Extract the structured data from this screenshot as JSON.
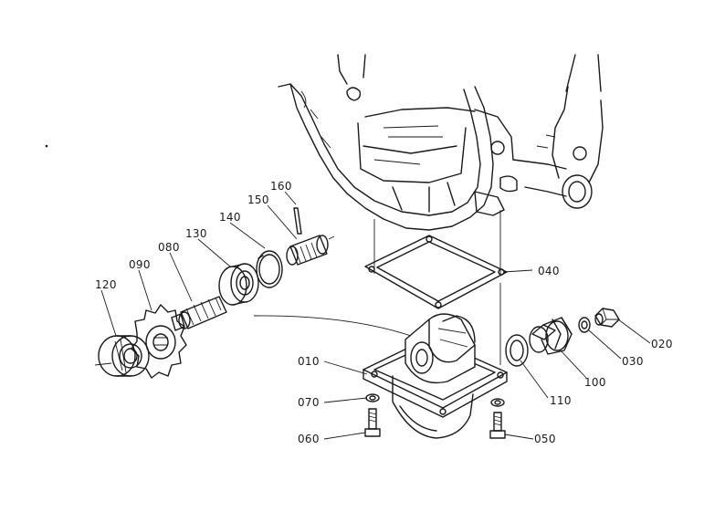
{
  "callouts": {
    "c010": "010",
    "c020": "020",
    "c030": "030",
    "c040": "040",
    "c050": "050",
    "c060": "060",
    "c070": "070",
    "c080": "080",
    "c090": "090",
    "c100": "100",
    "c110": "110",
    "c120": "120",
    "c130": "130",
    "c140": "140",
    "c150": "150",
    "c160": "160"
  },
  "colors": {
    "line": "#1a1a1a",
    "background": "#ffffff"
  }
}
